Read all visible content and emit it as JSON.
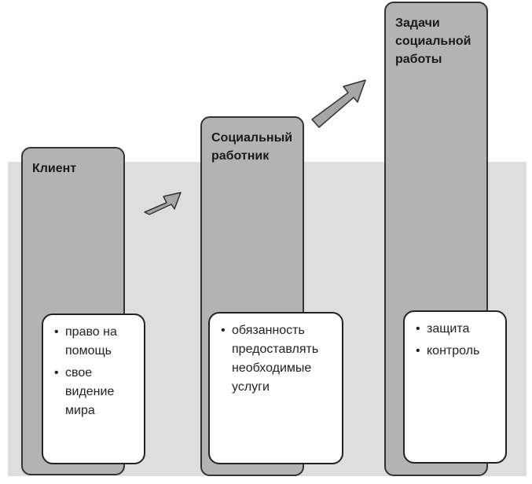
{
  "diagram": {
    "columns": [
      {
        "title": "Клиент",
        "items": [
          "право на помощь",
          "свое видение мира"
        ]
      },
      {
        "title": "Социальный\nработник",
        "items": [
          "обязанность предоставлять необходимые услуги"
        ]
      },
      {
        "title": "Задачи\nсоциальной\nработы",
        "items": [
          "защита",
          "контроль"
        ]
      }
    ]
  }
}
